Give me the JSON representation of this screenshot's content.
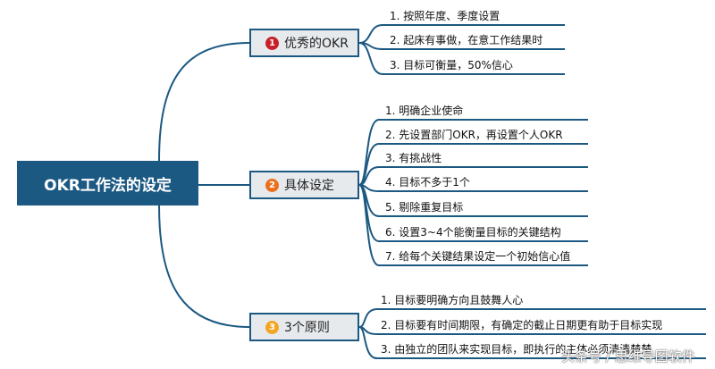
{
  "root": {
    "label": "OKR工作法的设定"
  },
  "colors": {
    "primary": "#1c5982",
    "branch_fill": "#e7eaed"
  },
  "branches": [
    {
      "label": "优秀的OKR",
      "badge": "1",
      "badge_color": "#c8202a",
      "items": [
        "1. 按照年度、季度设置",
        "2. 起床有事做，在意工作结果时",
        "3. 目标可衡量，50%信心"
      ]
    },
    {
      "label": "具体设定",
      "badge": "2",
      "badge_color": "#e8701f",
      "items": [
        "1. 明确企业使命",
        "2. 先设置部门OKR，再设置个人OKR",
        "3. 有挑战性",
        "4. 目标不多于1个",
        "5. 剔除重复目标",
        "6. 设置3~4个能衡量目标的关键结构",
        "7. 给每个关键结果设定一个初始信心值"
      ]
    },
    {
      "label": "3个原则",
      "badge": "3",
      "badge_color": "#f2a623",
      "items": [
        "1. 目标要明确方向且鼓舞人心",
        "2. 目标要有时间期限，有确定的截止日期更有助于目标实现",
        "3. 由独立的团队来实现目标，即执行的主体必须清清楚楚"
      ]
    }
  ],
  "watermark": "头条号 / 思维导图软件"
}
